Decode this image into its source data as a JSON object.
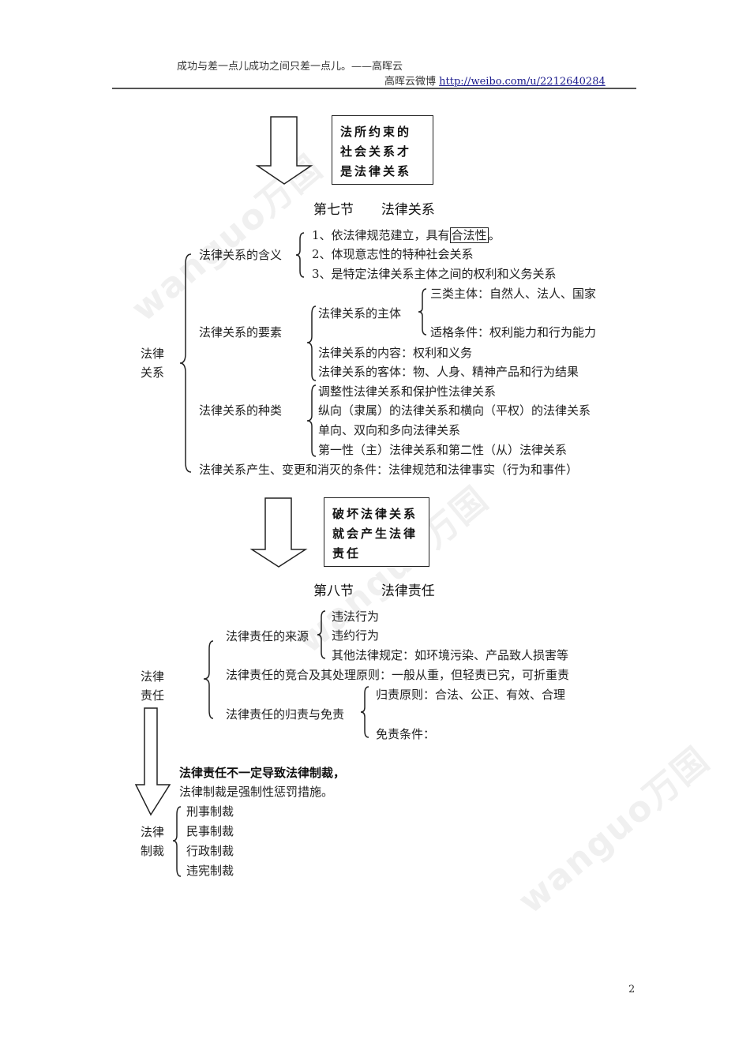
{
  "header": {
    "quote": "成功与差一点儿成功之间只差一点儿。——高晖云",
    "weibo_label": "高晖云微博",
    "weibo_link": "http://weibo.com/u/2212640284"
  },
  "watermark": "wanguo万国",
  "section7": {
    "callout": "法所约束的社会关系才是法律关系",
    "title_num": "第七节",
    "title_name": "法律关系",
    "root": "法律关系",
    "meaning": {
      "label": "法律关系的含义",
      "items": [
        {
          "prefix": "1、依法律规范建立，具有",
          "boxed": "合法性",
          "suffix": "。"
        },
        {
          "text": "2、体现意志性的特种社会关系"
        },
        {
          "text": "3、是特定法律关系主体之间的权利和义务关系"
        }
      ]
    },
    "elements": {
      "label": "法律关系的要素",
      "subject": {
        "label": "法律关系的主体",
        "items": [
          "三类主体：自然人、法人、国家",
          "适格条件：权利能力和行为能力"
        ]
      },
      "content": "法律关系的内容：权利和义务",
      "object": "法律关系的客体：物、人身、精神产品和行为结果"
    },
    "types": {
      "label": "法律关系的种类",
      "items": [
        "调整性法律关系和保护性法律关系",
        "纵向（隶属）的法律关系和横向（平权）的法律关系",
        "单向、双向和多向法律关系",
        "第一性（主）法律关系和第二性（从）法律关系"
      ]
    },
    "conditions": "法律关系产生、变更和消灭的条件：法律规范和法律事实（行为和事件）"
  },
  "section8": {
    "callout": "破坏法律关系就会产生法律责任",
    "title_num": "第八节",
    "title_name": "法律责任",
    "root": "法律责任",
    "sources": {
      "label": "法律责任的来源",
      "items": [
        "违法行为",
        "违约行为",
        "其他法律规定：如环境污染、产品致人损害等"
      ]
    },
    "concurrence": "法律责任的竞合及其处理原则：一般从重，但轻责已究，可折重责",
    "imputation": {
      "label": "法律责任的归责与免责",
      "items": [
        "归责原则：合法、公正、有效、合理",
        "免责条件："
      ]
    }
  },
  "sanctions": {
    "note_bold": "法律责任不一定导致法律制裁，",
    "note": "法律制裁是强制性惩罚措施。",
    "root": "法律制裁",
    "items": [
      "刑事制裁",
      "民事制裁",
      "行政制裁",
      "违宪制裁"
    ]
  },
  "page_number": "2"
}
